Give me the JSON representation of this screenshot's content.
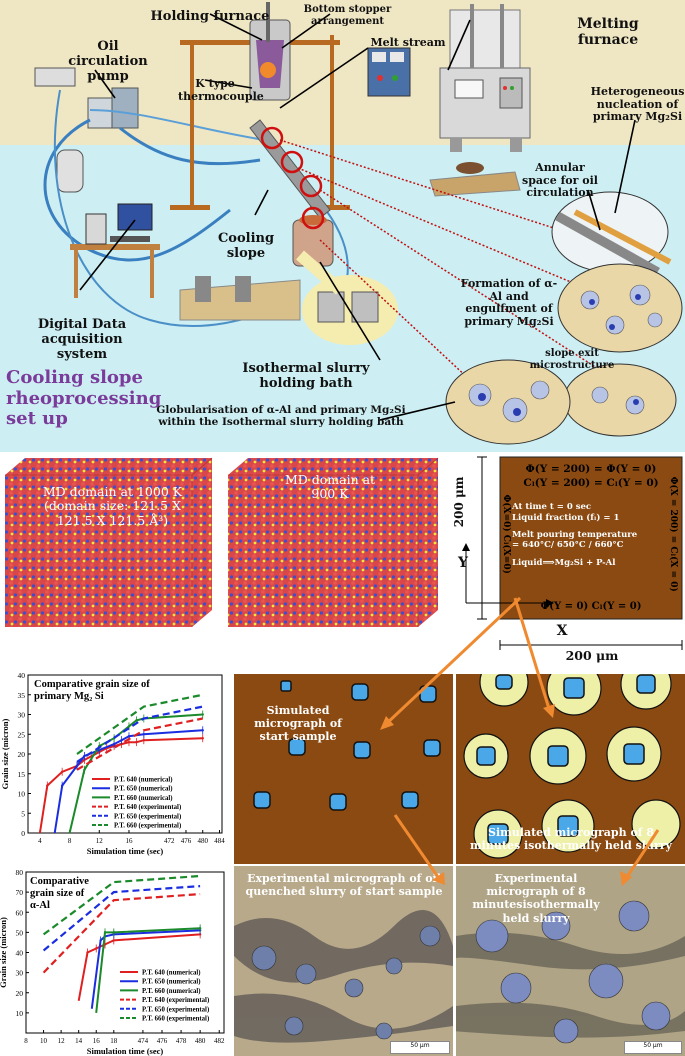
{
  "top_setup": {
    "labels": {
      "holding_furnace": "Holding furnace",
      "bottom_stopper": "Bottom stopper arrangement",
      "melting_furnace": "Melting furnace",
      "oil_pump": "Oil circulation pump",
      "k_type": "K type thermocouple",
      "melt_stream": "Melt stream",
      "hetero_nucleation": "Heterogeneous nucleation of primary Mg₂Si",
      "annular_space": "Annular space for oil circulation",
      "cooling_slope": "Cooling slope",
      "formation": "Formation of α-Al and engulfment of primary Mg₂Si",
      "daq": "Digital Data acquisition system",
      "slope_exit": "slope exit microstructure",
      "isothermal_bath": "Isothermal slurry holding bath",
      "globularisation": "Globularisation of α-Al and primary Mg₂Si within the Isothermal slurry holding bath",
      "setup_title": "Cooling slope rheoprocessing set up"
    },
    "colors": {
      "title": "#7a3b9a",
      "background": "#cdeff3",
      "wall": "#efe6c4"
    }
  },
  "md_domains": {
    "left_label": "MD domain at 1000 K (domain size: 121.5 X 121.5 X 121.5 Å³)",
    "right_label": "MD domain at 900 K"
  },
  "domain_schematic": {
    "top_bc_1": "Φ(Y = 200) = Φ(Y = 0)",
    "top_bc_2": "Cₗ(Y = 200) = Cₗ(Y = 0)",
    "t0": "At time t = 0 sec",
    "liquid_fraction": "Liquid fraction (fₗ) = 1",
    "pouring": "Melt pouring temperature = 640°C/ 650°C / 660°C",
    "reaction": "Liquid⟹Mg₂Si + P-Al",
    "bottom_bc": "Φ(Y = 0)   Cₗ(Y = 0)",
    "left_bc": "Φ(X=0)   Cₗ(X=0)",
    "right_bc": "Φ(X = 200) = Cₗ(X = 0)",
    "y_axis": "Y",
    "x_axis": "X",
    "height_label": "200 μm",
    "width_label": "200 μm",
    "color": "#8b4a12"
  },
  "micrographs": {
    "sim_start": "Simulated micrograph of start sample",
    "sim_8min": "Simulated micrograph of 8 minutes isothermally held slurry",
    "exp_start": "Experimental micrograph of oil quenched slurry of start sample",
    "exp_8min": "Experimental micrograph of 8 minutesisothermally held slurry",
    "scale": "50 μm",
    "matrix_color": "#8b4a12",
    "particle_color": "#4aa8e8",
    "alpha_color": "#eef0a8"
  },
  "chart_data": [
    {
      "type": "line",
      "title": "Comparative grain size of primary Mg₂Si",
      "xlabel": "Simulation time (sec)",
      "ylabel": "Grain size (micron)",
      "ylim": [
        0,
        40
      ],
      "yticks": [
        0,
        5,
        10,
        15,
        20,
        25,
        30,
        35,
        40
      ],
      "xticks": [
        "4",
        "8",
        "12",
        "16",
        "472",
        "476",
        "480",
        "484"
      ],
      "grid": false,
      "legend_position": "bottom-right",
      "series": [
        {
          "name": "P.T. 640 (numerical)",
          "color": "#e02020",
          "dash": false,
          "points": [
            [
              4,
              0
            ],
            [
              5,
              12
            ],
            [
              7,
              15.5
            ],
            [
              9,
              17
            ],
            [
              10,
              18.5
            ],
            [
              11,
              19.5
            ],
            [
              12,
              20.5
            ],
            [
              13,
              21.5
            ],
            [
              14,
              22
            ],
            [
              15,
              22.5
            ],
            [
              16,
              23
            ],
            [
              17,
              23
            ],
            [
              18,
              23.5
            ],
            [
              480,
              24
            ]
          ]
        },
        {
          "name": "P.T. 650 (numerical)",
          "color": "#1a2ee0",
          "dash": false,
          "points": [
            [
              6,
              0
            ],
            [
              7,
              12
            ],
            [
              9,
              17
            ],
            [
              10,
              19.5
            ],
            [
              12,
              21
            ],
            [
              14,
              22.5
            ],
            [
              15,
              23.5
            ],
            [
              16,
              24.5
            ],
            [
              18,
              25
            ],
            [
              480,
              26
            ]
          ]
        },
        {
          "name": "P.T. 660 (numerical)",
          "color": "#1a8a2a",
          "dash": false,
          "points": [
            [
              8,
              0
            ],
            [
              10,
              16
            ],
            [
              12,
              22
            ],
            [
              14,
              24
            ],
            [
              16,
              27
            ],
            [
              17,
              28.5
            ],
            [
              18,
              29
            ],
            [
              480,
              30
            ]
          ]
        },
        {
          "name": "P.T. 640 (experimental)",
          "color": "#e02020",
          "dash": true,
          "points": [
            [
              9,
              16
            ],
            [
              18,
              26
            ],
            [
              480,
              29
            ]
          ]
        },
        {
          "name": "P.T. 650 (experimental)",
          "color": "#1a2ee0",
          "dash": true,
          "points": [
            [
              9,
              18
            ],
            [
              18,
              29
            ],
            [
              480,
              32
            ]
          ]
        },
        {
          "name": "P.T. 660 (experimental)",
          "color": "#1a8a2a",
          "dash": true,
          "points": [
            [
              9,
              20
            ],
            [
              18,
              32
            ],
            [
              480,
              35
            ]
          ]
        }
      ]
    },
    {
      "type": "line",
      "title": "Comparative grain size of α-Al",
      "xlabel": "Simulation time (sec)",
      "ylabel": "Grain size (micron)",
      "ylim": [
        0,
        80
      ],
      "yticks": [
        10,
        20,
        30,
        40,
        50,
        60,
        70,
        80
      ],
      "xticks": [
        "8",
        "10",
        "12",
        "14",
        "16",
        "18",
        "474",
        "476",
        "478",
        "480",
        "482"
      ],
      "grid": false,
      "legend_position": "bottom-right",
      "series": [
        {
          "name": "P.T. 640 (numerical)",
          "color": "#e02020",
          "dash": false,
          "points": [
            [
              14,
              16
            ],
            [
              15,
              40
            ],
            [
              16,
              42
            ],
            [
              17,
              44
            ],
            [
              18,
              46
            ],
            [
              480,
              49
            ]
          ]
        },
        {
          "name": "P.T. 650 (numerical)",
          "color": "#1a2ee0",
          "dash": false,
          "points": [
            [
              15.5,
              12
            ],
            [
              16.5,
              46
            ],
            [
              17,
              48
            ],
            [
              18,
              49
            ],
            [
              480,
              51
            ]
          ]
        },
        {
          "name": "P.T. 660 (numerical)",
          "color": "#1a8a2a",
          "dash": false,
          "points": [
            [
              16,
              10
            ],
            [
              17,
              50
            ],
            [
              18,
              50
            ],
            [
              480,
              52
            ]
          ]
        },
        {
          "name": "P.T. 640 (experimental)",
          "color": "#e02020",
          "dash": true,
          "points": [
            [
              10,
              30
            ],
            [
              18,
              66
            ],
            [
              480,
              69
            ]
          ]
        },
        {
          "name": "P.T. 650 (experimental)",
          "color": "#1a2ee0",
          "dash": true,
          "points": [
            [
              10,
              41
            ],
            [
              18,
              70
            ],
            [
              480,
              73
            ]
          ]
        },
        {
          "name": "P.T. 660 (experimental)",
          "color": "#1a8a2a",
          "dash": true,
          "points": [
            [
              10,
              49
            ],
            [
              18,
              75
            ],
            [
              480,
              78
            ]
          ]
        }
      ]
    }
  ]
}
